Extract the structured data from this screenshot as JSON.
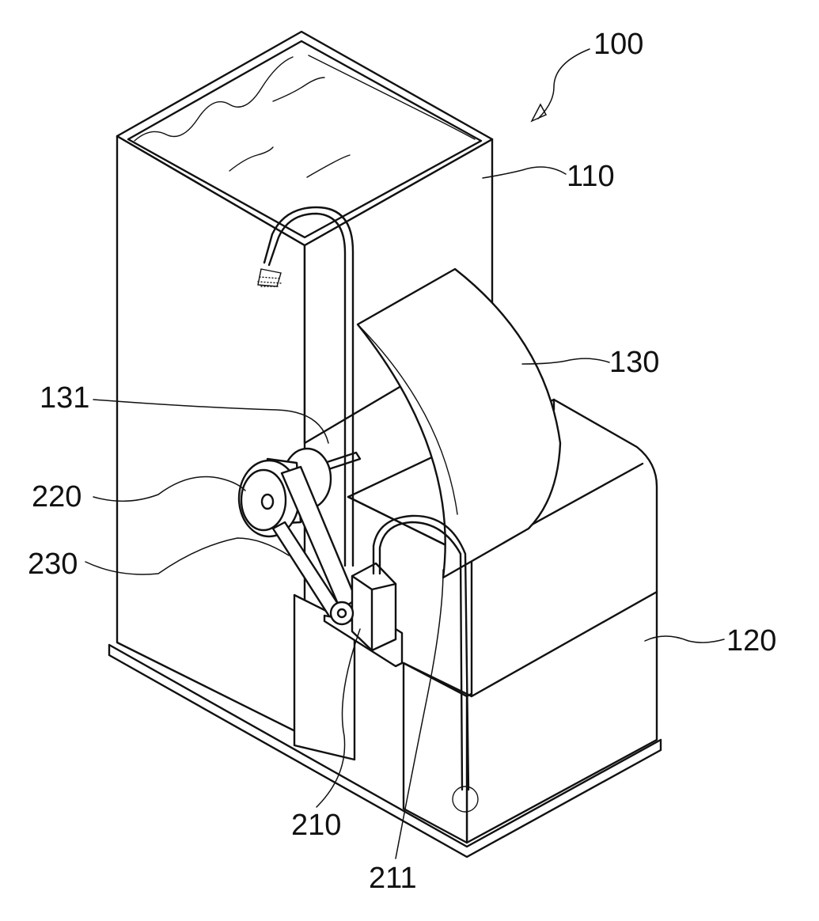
{
  "labels": {
    "system": "100",
    "tank": "110",
    "base": "120",
    "drum": "130",
    "shaft": "131",
    "pump": "210",
    "pump_inlet": "211",
    "pulley": "220",
    "belt": "230"
  },
  "colors": {
    "line": "#111111",
    "background": "#ffffff"
  }
}
